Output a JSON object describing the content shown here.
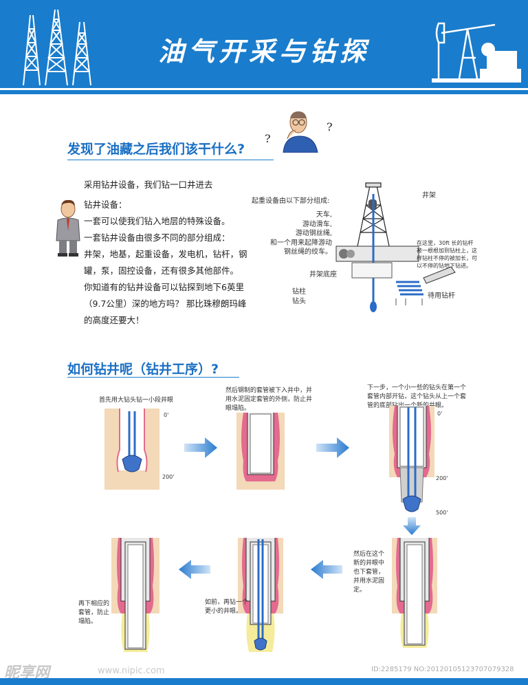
{
  "header": {
    "title": "油气开采与钻探"
  },
  "section1": {
    "title": "发现了油藏之后我们该干什么?",
    "intro": "采用钻井设备，我们钻一口井进去",
    "body_lines": [
      "钻井设备：",
      "一套可以使我们钻入地层的特殊设备。",
      "一套钻井设备由很多不同的部分组成：",
      "井架，地基，起重设备，发电机，钻杆，钢",
      "罐，泵，固控设备，还有很多其他部件。",
      "你知道有的钻井设备可以钻探到地下6英里",
      "（9.7公里）深的地方吗？ 那比珠穆朗玛峰",
      "的高度还要大！"
    ],
    "question_marks": [
      "?",
      "?"
    ],
    "rig": {
      "hoist_heading": "起重设备由以下部分组成:",
      "hoist_parts": [
        "天车,",
        "游动滑车,",
        "游动钢丝绳,",
        "和一个用来起降游动",
        "钢丝绳的绞车。"
      ],
      "derrick": "井架",
      "base": "井架底座",
      "drill_column": "钻柱",
      "drill_bit": "钻头",
      "spare_pipe": "待用钻杆",
      "note": [
        "在这里，30ft 长的钻杆",
        "被一根根加到钻柱上，这",
        "样钻柱不停的被加长，可",
        "以不停的钻地下钻进。"
      ]
    }
  },
  "section2": {
    "title": "如何钻井呢（钻井工序）?",
    "steps": [
      {
        "caption": [
          "首先用大钻头钻一小段井眼"
        ],
        "depths": [
          "0'",
          "200'"
        ]
      },
      {
        "caption": [
          "然后钢制的套管被下入井中，并",
          "用水泥固定套管的外侧，防止井",
          "眼塌陷。"
        ],
        "depths": []
      },
      {
        "caption": [
          "下一步，一个小一些的钻头在第一个",
          "套管内部开钻，这个钻头从上一个套",
          "管的底部钻出一个新的井眼。"
        ],
        "depths": [
          "0'",
          "200'",
          "500'"
        ]
      },
      {
        "caption": [
          "然后在这个",
          "新的井眼中",
          "也下套管，",
          "并用水泥固",
          "定。"
        ],
        "depths": []
      },
      {
        "caption": [
          "如前，再钻一个",
          "更小的井眼。"
        ],
        "depths": []
      },
      {
        "caption": [
          "再下相应的",
          "套管，防止",
          "塌陷。"
        ],
        "depths": []
      }
    ]
  },
  "footer": {
    "logo": "昵享网",
    "url": "www.nipic.com",
    "image_id": "ID:2285179 NO:20120105123707079328"
  },
  "colors": {
    "brand_blue": "#1a7ccc",
    "title_blue": "#1a6fc4",
    "earth": "#f3d9b8",
    "rock_pink": "#e46a8f",
    "casing": "#e8e8e8"
  }
}
